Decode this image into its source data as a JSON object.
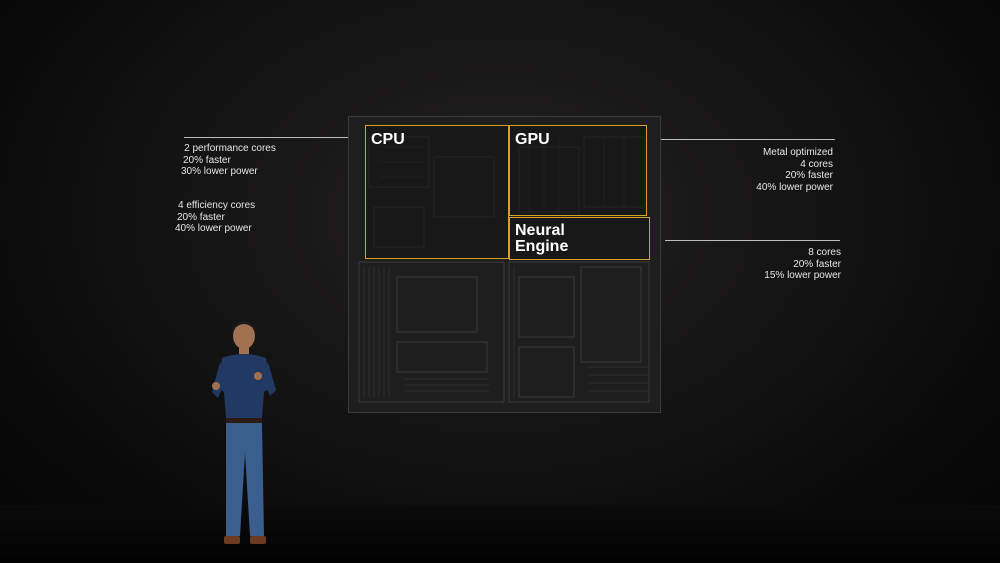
{
  "chip": {
    "blocks": {
      "cpu": "CPU",
      "gpu": "GPU",
      "neural_line1": "Neural",
      "neural_line2": "Engine"
    },
    "accent_color": "#d9a321"
  },
  "annotations": {
    "cpu_performance": [
      "2 performance cores",
      "20% faster",
      "30% lower power"
    ],
    "cpu_efficiency": [
      "4 efficiency cores",
      "20% faster",
      "40% lower power"
    ],
    "gpu": [
      "Metal optimized",
      "4 cores",
      "20% faster",
      "40% lower power"
    ],
    "neural_engine": [
      "8 cores",
      "20% faster",
      "15% lower power"
    ]
  }
}
